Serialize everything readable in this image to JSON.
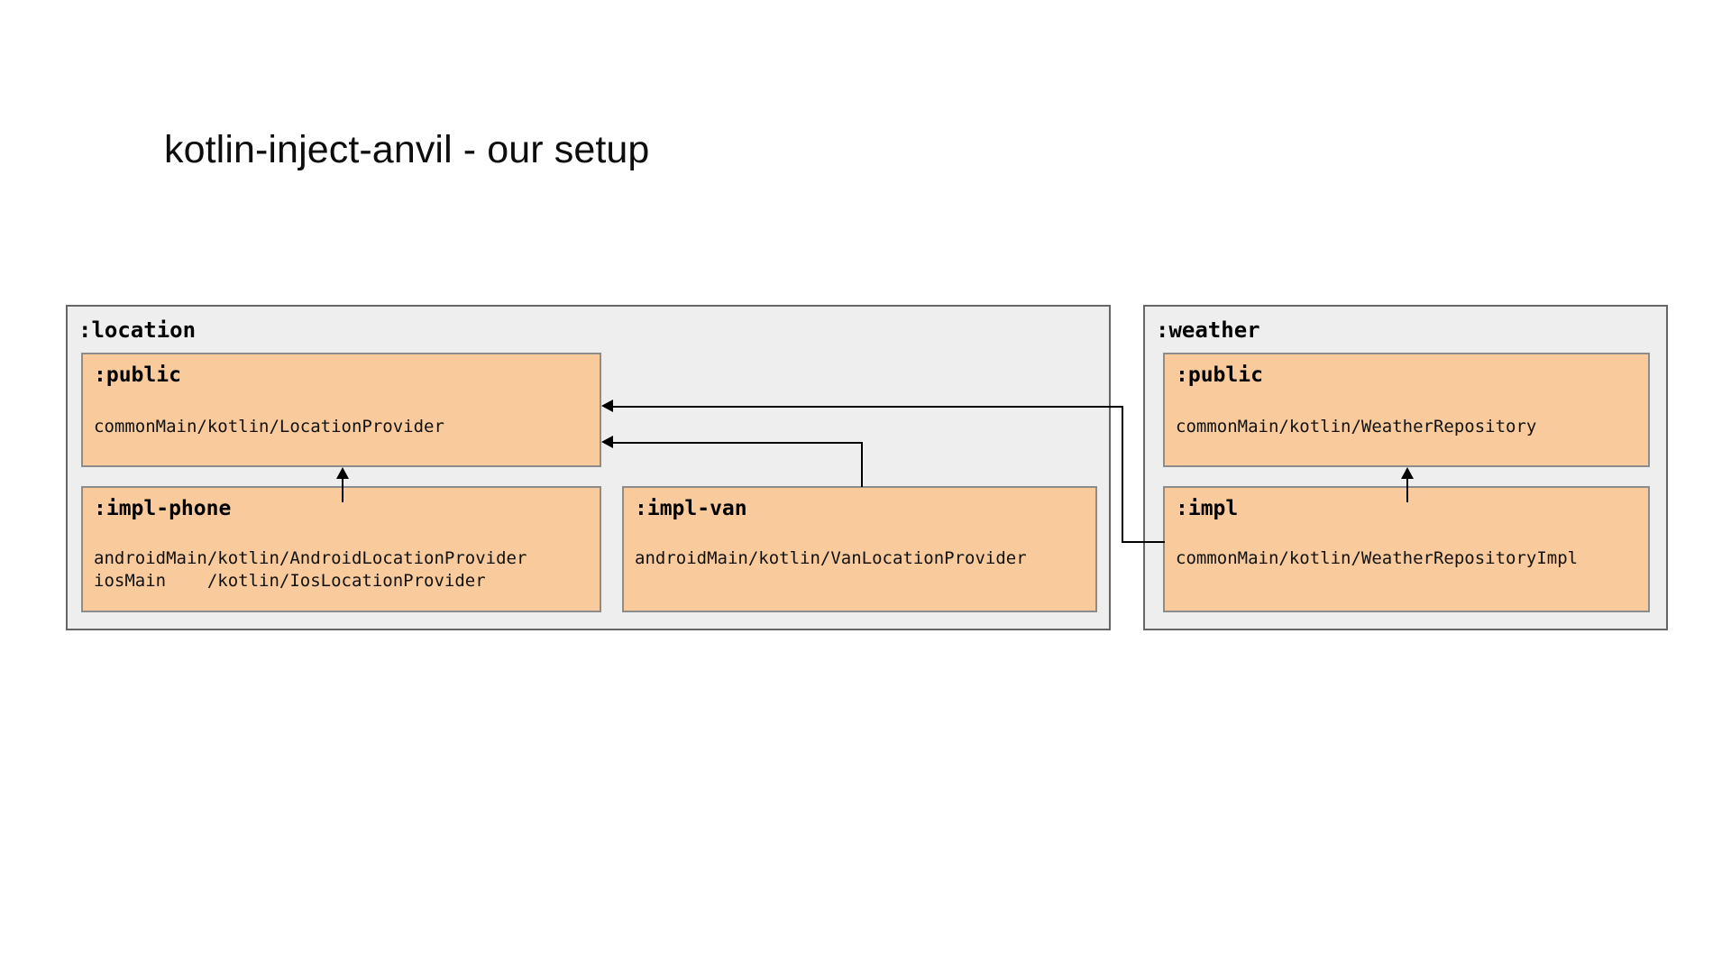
{
  "slide": {
    "title": "kotlin-inject-anvil - our setup"
  },
  "colors": {
    "node_fill": "#f9cb9c",
    "node_border": "#8c8c8c",
    "module_fill": "#eeeeee",
    "module_border": "#666666",
    "connector": "#000000",
    "background": "#ffffff",
    "title_text": "#0d0d0d"
  },
  "modules": [
    {
      "name": "location-module",
      "title": ":location",
      "nodes": [
        {
          "name": "location-public",
          "title": ":public",
          "paths": "commonMain/kotlin/LocationProvider"
        },
        {
          "name": "location-impl-phone",
          "title": ":impl-phone",
          "paths": "androidMain/kotlin/AndroidLocationProvider\niosMain    /kotlin/IosLocationProvider"
        },
        {
          "name": "location-impl-van",
          "title": ":impl-van",
          "paths": "androidMain/kotlin/VanLocationProvider"
        }
      ]
    },
    {
      "name": "weather-module",
      "title": ":weather",
      "nodes": [
        {
          "name": "weather-public",
          "title": ":public",
          "paths": "commonMain/kotlin/WeatherRepository"
        },
        {
          "name": "weather-impl",
          "title": ":impl",
          "paths": "commonMain/kotlin/WeatherRepositoryImpl"
        }
      ]
    }
  ],
  "connections": [
    {
      "name": "impl-phone-to-location-public",
      "from": ":impl-phone",
      "to": ":location/:public",
      "style": "arrow-up"
    },
    {
      "name": "impl-van-to-location-public",
      "from": ":impl-van",
      "to": ":location/:public",
      "style": "arrow-left"
    },
    {
      "name": "weather-impl-to-location-public",
      "from": ":weather/:impl",
      "to": ":location/:public",
      "style": "arrow-left"
    },
    {
      "name": "weather-impl-to-weather-public",
      "from": ":weather/:impl",
      "to": ":weather/:public",
      "style": "arrow-up"
    }
  ]
}
